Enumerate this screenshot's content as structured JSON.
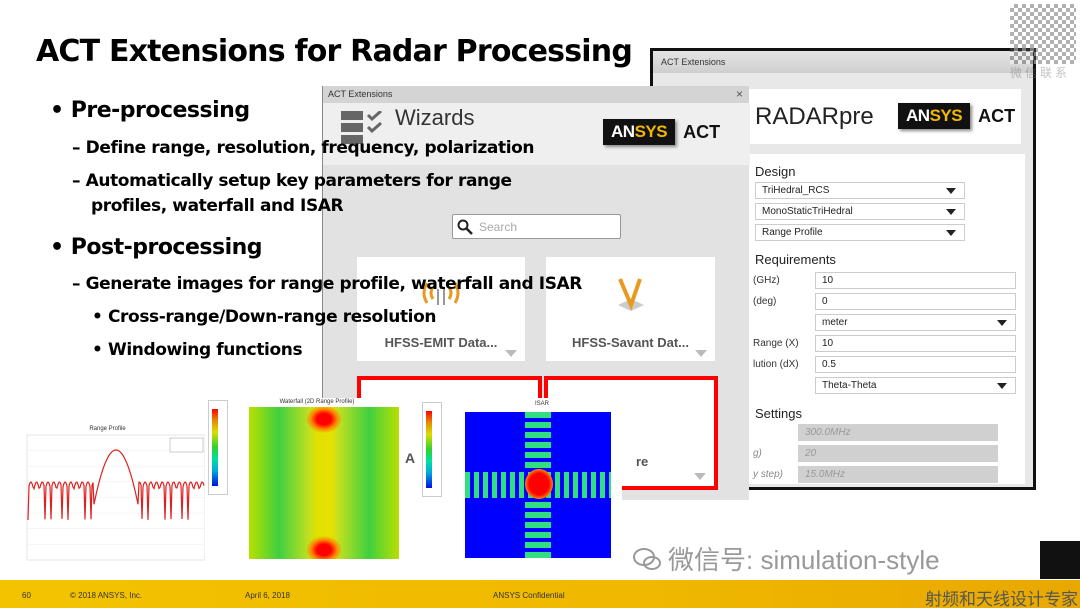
{
  "slide": {
    "title": "ACT Extensions for Radar Processing",
    "bullets": [
      {
        "text": "Pre-processing",
        "sub": [
          "Define range, resolution, frequency, polarization",
          "Automatically setup key parameters for range profiles, waterfall and ISAR"
        ]
      },
      {
        "text": "Post-processing",
        "sub": [
          "Generate images for range profile, waterfall and ISAR"
        ],
        "subsub": [
          "Cross-range/Down-range resolution",
          "Windowing functions"
        ]
      }
    ]
  },
  "window_back": {
    "title": "ACT Extensions",
    "heading": "RADARpre",
    "logo": "ANSYS",
    "logo_act": "ACT",
    "design_section": "Design",
    "design_selects": [
      "TriHedral_RCS",
      "MonoStaticTriHedral",
      "Range Profile"
    ],
    "req_section": "Requirements",
    "req_rows": [
      {
        "label": "(GHz)",
        "value": "10",
        "type": "input"
      },
      {
        "label": "(deg)",
        "value": "0",
        "type": "input"
      },
      {
        "label": "",
        "value": "meter",
        "type": "select"
      },
      {
        "label": "Range (X)",
        "value": "10",
        "type": "input"
      },
      {
        "label": "lution (dX)",
        "value": "0.5",
        "type": "input"
      },
      {
        "label": "",
        "value": "Theta-Theta",
        "type": "select"
      }
    ],
    "settings_section": "Settings",
    "settings_rows": [
      {
        "label": "",
        "value": "300.0MHz"
      },
      {
        "label": "g)",
        "value": "20"
      },
      {
        "label": "y step)",
        "value": "15.0MHz"
      }
    ]
  },
  "window_front": {
    "title": "ACT Extensions",
    "close": "×",
    "heading": "Wizards",
    "logo": "ANSYS",
    "logo_act": "ACT",
    "search_placeholder": "Search",
    "cards": [
      {
        "name": "HFSS-EMIT Data..."
      },
      {
        "name": "HFSS-Savant Dat..."
      },
      {
        "name": "A"
      },
      {
        "name": "re"
      }
    ]
  },
  "plots": {
    "range_profile": "Range Profile",
    "waterfall": "Waterfall (2D Range Profile)",
    "isar": "ISAR"
  },
  "watermark": {
    "text": "微信号: simulation-style",
    "qr_caption": "微信联系",
    "brand": "射频和天线设计专家"
  },
  "footer": {
    "page": "60",
    "copyright": "© 2018 ANSYS, Inc.",
    "date": "April 6, 2018",
    "confidential": "ANSYS Confidential"
  },
  "colors": {
    "accent_red": "#ff0000",
    "footer": "#f0b800",
    "logo_yellow": "#f2b800"
  }
}
